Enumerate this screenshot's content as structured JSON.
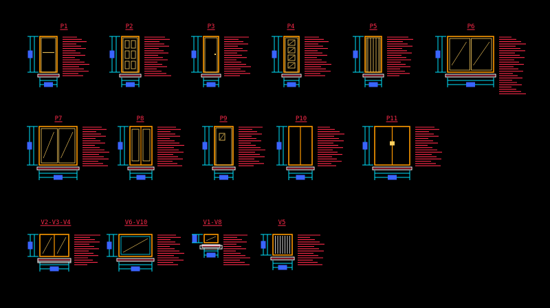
{
  "drawing": {
    "background": "#000000",
    "colors": {
      "frame": "#ff9a00",
      "leaf_line": "#ffd060",
      "dimension": "#00e5ff",
      "annotation": "#ff2a4a",
      "title": "#ff2a4a",
      "sill": "#ffffff",
      "tag": "#3a64ff"
    },
    "details": [
      {
        "id": "p1",
        "title": "P1",
        "kind": "door-panel-handle"
      },
      {
        "id": "p2",
        "title": "P2",
        "kind": "door-panelled"
      },
      {
        "id": "p3",
        "title": "P3",
        "kind": "door-plain"
      },
      {
        "id": "p4",
        "title": "P4",
        "kind": "door-glazed-lites"
      },
      {
        "id": "p5",
        "title": "P5",
        "kind": "door-slatted"
      },
      {
        "id": "p6",
        "title": "P6",
        "kind": "sliding-wide"
      },
      {
        "id": "p7",
        "title": "P7",
        "kind": "double-glazed"
      },
      {
        "id": "p8",
        "title": "P8",
        "kind": "double-panelled"
      },
      {
        "id": "p9",
        "title": "P9",
        "kind": "door-vision"
      },
      {
        "id": "p10",
        "title": "P10",
        "kind": "double-narrow"
      },
      {
        "id": "p11",
        "title": "P11",
        "kind": "double-wide"
      },
      {
        "id": "v1",
        "title": "V2-V3-V4",
        "kind": "window-double"
      },
      {
        "id": "v2",
        "title": "V6-V10",
        "kind": "window-single"
      },
      {
        "id": "v3",
        "title": "V1-V8",
        "kind": "window-small"
      },
      {
        "id": "v4",
        "title": "V5",
        "kind": "window-louvre"
      }
    ]
  }
}
